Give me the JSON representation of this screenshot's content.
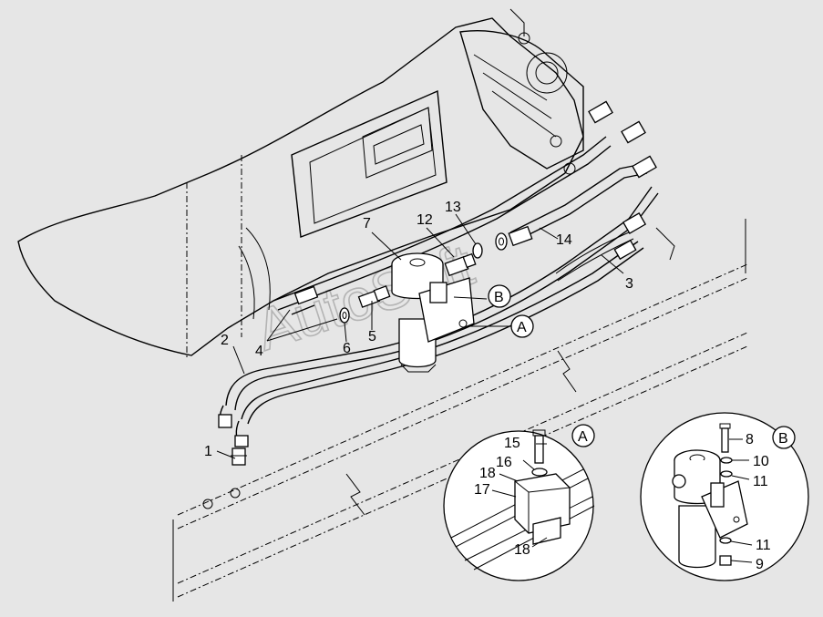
{
  "watermark": "AutoSoft",
  "callouts": {
    "c1": "1",
    "c2": "2",
    "c3": "3",
    "c4": "4",
    "c5": "5",
    "c6": "6",
    "c7": "7",
    "c12": "12",
    "c13": "13",
    "c14": "14"
  },
  "detail_a": {
    "marker": "A",
    "labels": {
      "c15": "15",
      "c16": "16",
      "c17": "17",
      "c18_top": "18",
      "c18_bottom": "18"
    }
  },
  "detail_b": {
    "marker": "B",
    "labels": {
      "c8": "8",
      "c10": "10",
      "c11_top": "11",
      "c11_bottom": "11",
      "c9": "9"
    }
  },
  "main_refs": {
    "ref_a": "A",
    "ref_b": "B"
  }
}
